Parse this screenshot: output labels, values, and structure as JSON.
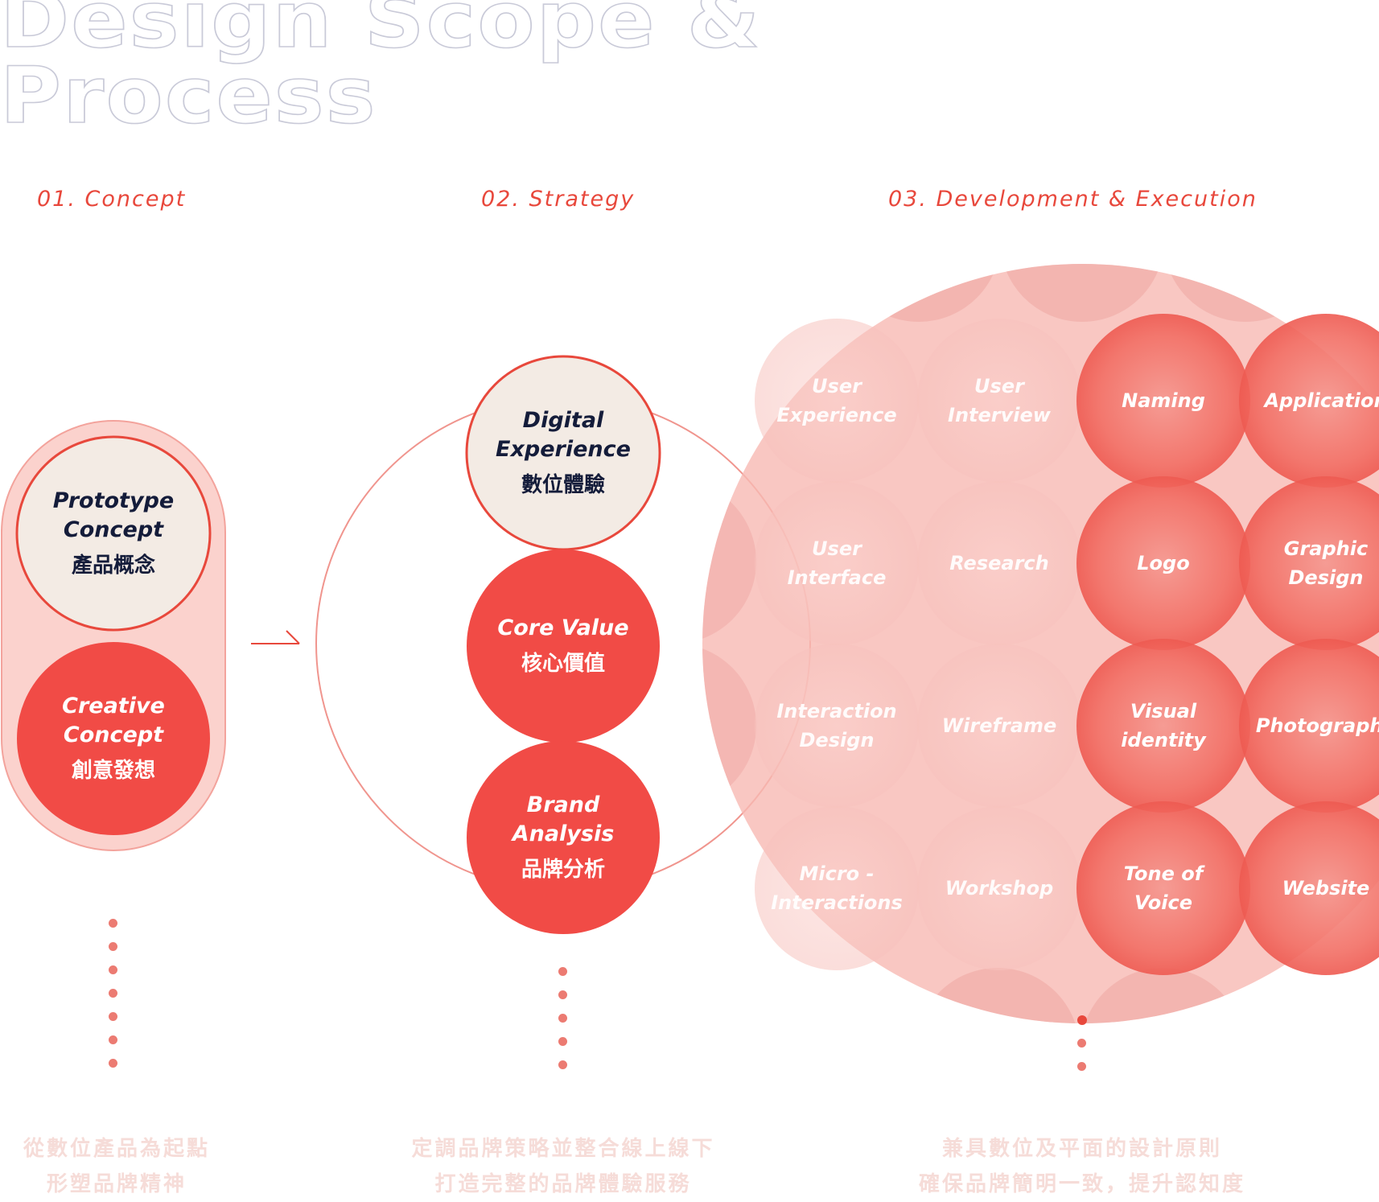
{
  "title": {
    "line1": "Design Scope &",
    "line2": "Process"
  },
  "phases": [
    {
      "label": "01. Concept"
    },
    {
      "label": "02. Strategy"
    },
    {
      "label": "03. Development & Execution"
    }
  ],
  "concept": {
    "items": [
      {
        "en_line1": "Prototype",
        "en_line2": "Concept",
        "zh": "產品概念"
      },
      {
        "en_line1": "Creative",
        "en_line2": "Concept",
        "zh": "創意發想"
      }
    ],
    "desc_line1": "從數位產品為起點",
    "desc_line2": "形塑品牌精神"
  },
  "strategy": {
    "items": [
      {
        "en_line1": "Digital",
        "en_line2": "Experience",
        "zh": "數位體驗"
      },
      {
        "en_line1": "Core Value",
        "en_line2": "",
        "zh": "核心價值"
      },
      {
        "en_line1": "Brand",
        "en_line2": "Analysis",
        "zh": "品牌分析"
      }
    ],
    "desc_line1": "定調品牌策略並整合線上線下",
    "desc_line2": "打造完整的品牌體驗服務"
  },
  "execution": {
    "nodes": [
      [
        "User\nExperience",
        "User\nInterview",
        "Naming",
        "Application"
      ],
      [
        "User\nInterface",
        "Research",
        "Logo",
        "Graphic\nDesign"
      ],
      [
        "Interaction\nDesign",
        "Wireframe",
        "Visual\nidentity",
        "Photography"
      ],
      [
        "Micro -\nInteractions",
        "Workshop",
        "Tone of\nVoice",
        "Website"
      ]
    ],
    "desc_line1": "兼具數位及平面的設計原則",
    "desc_line2": "確保品牌簡明一致，提升認知度"
  },
  "colors": {
    "accent": "#e8483c",
    "red_fill": "#f14b46",
    "cream": "#f3ebe4",
    "navy": "#141c3a",
    "pale_pink": "#f9d0cc"
  }
}
